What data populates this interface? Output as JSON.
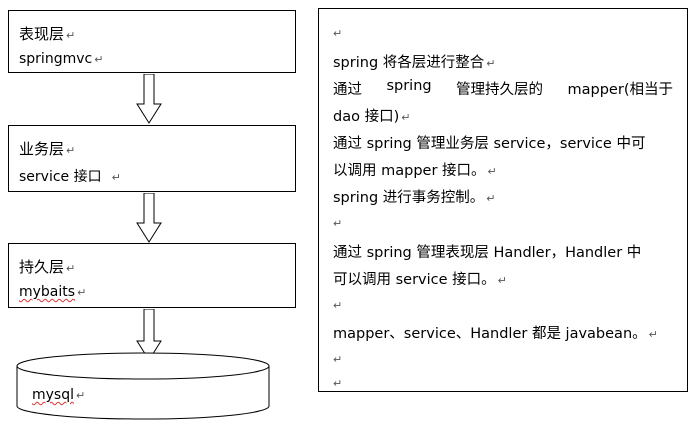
{
  "layers": [
    {
      "title": "表现层",
      "subtitle": "springmvc"
    },
    {
      "title": "业务层",
      "subtitle": "service 接口"
    },
    {
      "title": "持久层",
      "subtitle": "mybaits"
    }
  ],
  "database": {
    "label": "mysql"
  },
  "notes": {
    "line1": "spring 将各层进行整合",
    "line2_parts": [
      "通过",
      "spring",
      "管理持久层的",
      "mapper(相当于"
    ],
    "line3": "dao 接口)",
    "line4": "通过 spring 管理业务层 service，service 中可",
    "line5": "以调用 mapper 接口。",
    "line6": "spring 进行事务控制。",
    "line7": "通过 spring 管理表现层 Handler，Handler 中",
    "line8": "可以调用 service 接口。",
    "line9": "mapper、service、Handler 都是 javabean。"
  },
  "marks": {
    "paragraph": "↵"
  }
}
